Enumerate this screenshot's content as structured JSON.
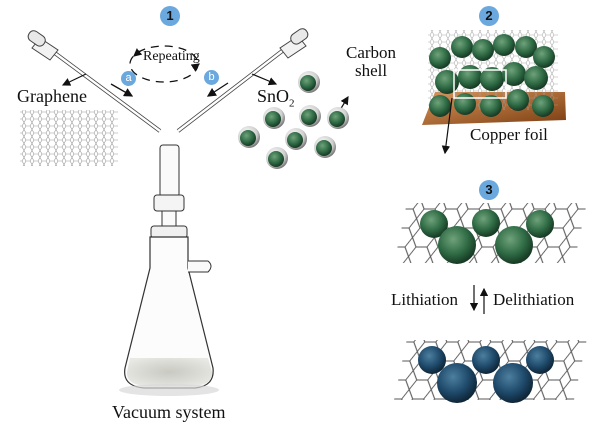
{
  "steps": {
    "step1": "1",
    "step2": "2",
    "step3": "3"
  },
  "substeps": {
    "a": "a",
    "b": "b"
  },
  "labels": {
    "repeating": "Repeating",
    "graphene": "Graphene",
    "sno2_main": "SnO",
    "sno2_sub": "2",
    "carbon_shell_line1": "Carbon",
    "carbon_shell_line2": "shell",
    "copper_foil": "Copper foil",
    "vacuum_system": "Vacuum system",
    "lithiation": "Lithiation",
    "delithiation": "Delithiation"
  },
  "colors": {
    "badge": "#6ba8dd",
    "sno2_green": "#2f6b45",
    "lithiated_blue": "#1f4a6b",
    "copper": "#b86a2e"
  }
}
